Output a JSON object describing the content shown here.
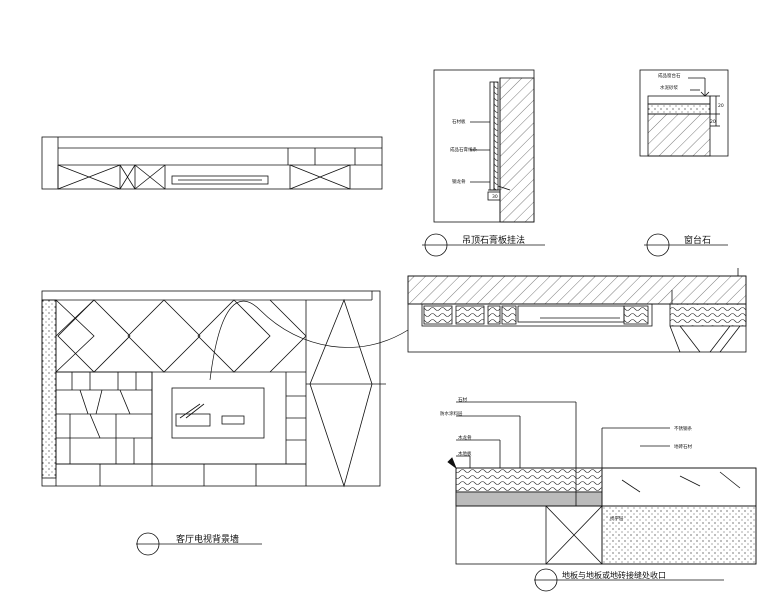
{
  "sheet": {
    "background": "#ffffff",
    "line_color": "#111111"
  },
  "titles": {
    "tv_wall": "客厅电视背景墙",
    "stone_hanging": "吊顶石膏板挂法",
    "countertop": "窗台石",
    "floor_joint": "地板与地板或地砖接缝处收口"
  },
  "notes": {
    "stone_hanging": [
      "石材板",
      "成品石膏线条",
      "钢龙骨"
    ],
    "countertop": [
      "成品窗台石",
      "水泥砂浆"
    ],
    "floor_joint": [
      "石材",
      "防水涂料层",
      "木龙骨",
      "木地板",
      "不锈钢条",
      "地砖石材",
      "找平层"
    ]
  },
  "dimensions": {
    "stone_hanging": "30",
    "countertop_a": "20",
    "countertop_b": "20"
  }
}
